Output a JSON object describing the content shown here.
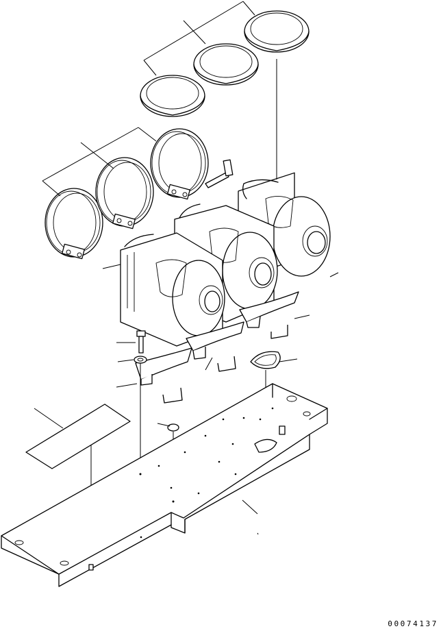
{
  "drawing_number": "00074137",
  "parts": [
    "air-cleaner-cap",
    "clamp-band",
    "air-cleaner-body",
    "bolt",
    "washer",
    "support-bracket",
    "gasket",
    "mounting-plate",
    "label-plate",
    "plug"
  ]
}
